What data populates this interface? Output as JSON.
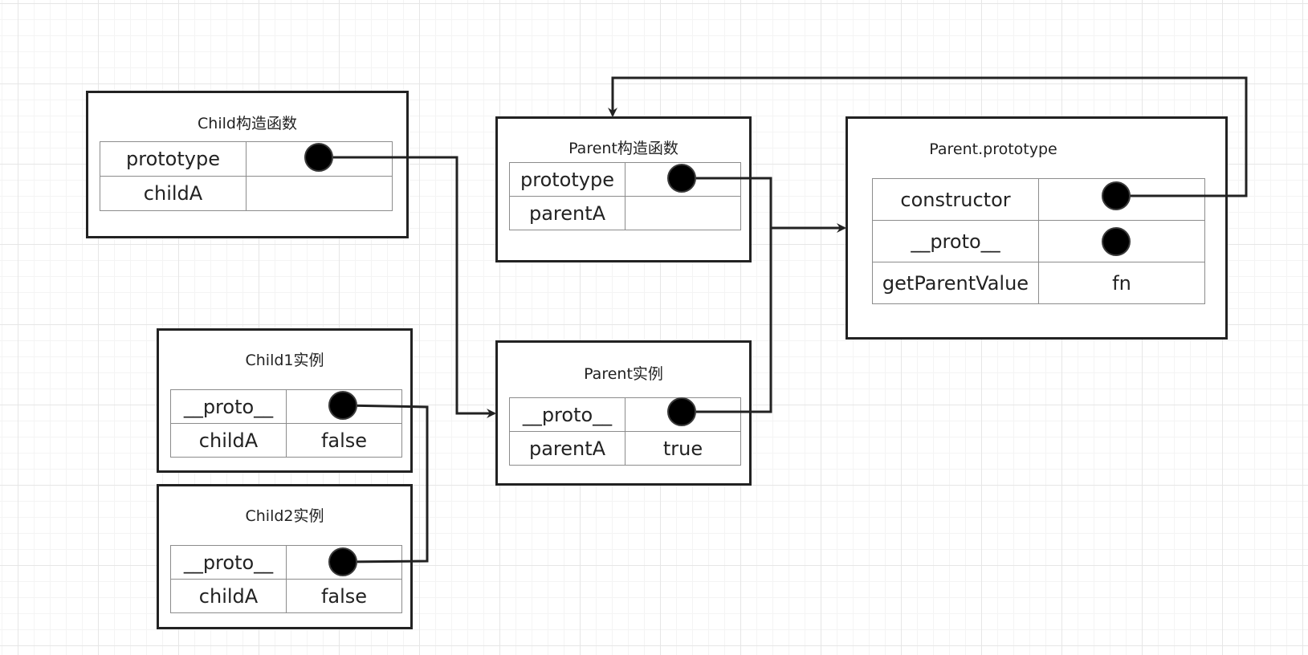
{
  "child_ctor": {
    "title": "Child构造函数",
    "rows": [
      {
        "key": "prototype",
        "value": ""
      },
      {
        "key": "childA",
        "value": ""
      }
    ]
  },
  "parent_ctor": {
    "title": "Parent构造函数",
    "rows": [
      {
        "key": "prototype",
        "value": ""
      },
      {
        "key": "parentA",
        "value": ""
      }
    ]
  },
  "parent_prototype": {
    "title": "Parent.prototype",
    "rows": [
      {
        "key": "constructor",
        "value": ""
      },
      {
        "key": "__proto__",
        "value": ""
      },
      {
        "key": "getParentValue",
        "value": "fn"
      }
    ]
  },
  "child1": {
    "title": "Child1实例",
    "rows": [
      {
        "key": "__proto__",
        "value": ""
      },
      {
        "key": "childA",
        "value": "false"
      }
    ]
  },
  "child2": {
    "title": "Child2实例",
    "rows": [
      {
        "key": "__proto__",
        "value": ""
      },
      {
        "key": "childA",
        "value": "false"
      }
    ]
  },
  "parent_instance": {
    "title": "Parent实例",
    "rows": [
      {
        "key": "__proto__",
        "value": ""
      },
      {
        "key": "parentA",
        "value": "true"
      }
    ]
  },
  "colors": {
    "stroke": "#222222",
    "cell_border": "#8c8c8c",
    "grid": "#e6e6e6",
    "pointer_dot": "#000000"
  }
}
